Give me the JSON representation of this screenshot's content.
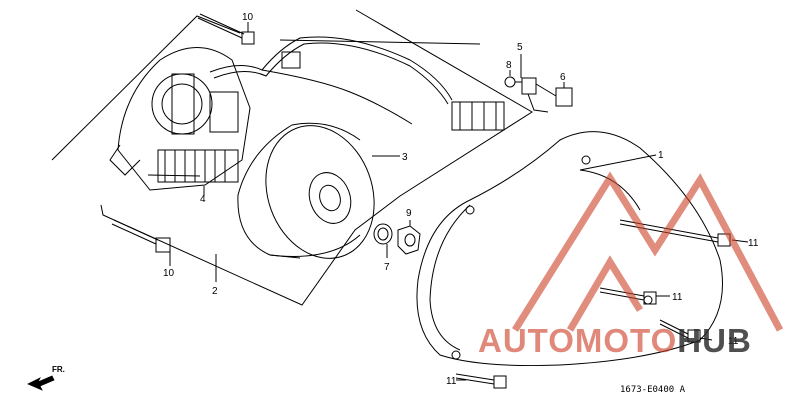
{
  "callouts": [
    "1",
    "2",
    "3",
    "4",
    "5",
    "6",
    "7",
    "8",
    "9",
    "10",
    "10",
    "11",
    "11",
    "11",
    "11"
  ],
  "direction_label": "FR.",
  "drawing_code": "1673-E0400 A",
  "watermark": {
    "part1": "AUTOMOTO",
    "part2": "HUB"
  },
  "colors": {
    "line": "#000000",
    "watermark_red": "#cd4128",
    "watermark_dark": "#282828"
  }
}
